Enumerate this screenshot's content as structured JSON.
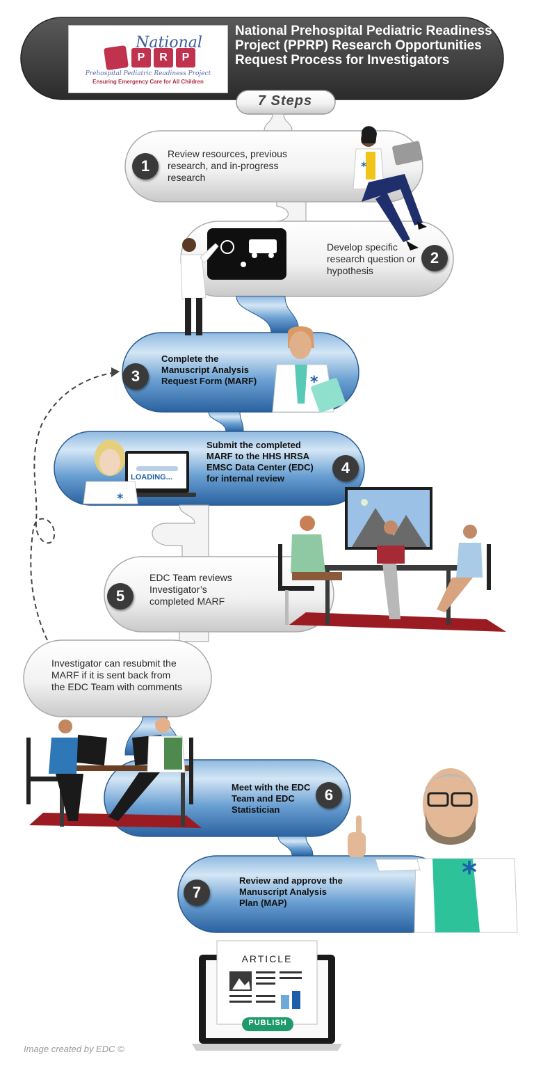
{
  "header": {
    "title": "National Prehospital Pediatric Readiness Project (PPRP) Research Opportunities Request Process for Investigators",
    "logo": {
      "script_text": "National",
      "letters": [
        "P",
        "R",
        "P"
      ],
      "subtitle": "Prehospital Pediatric Readiness Project",
      "tagline": "Ensuring Emergency Care for All Children"
    },
    "steps_label": "7 Steps"
  },
  "steps": [
    {
      "number": "1",
      "text": "Review resources, previous research, and in-progress research"
    },
    {
      "number": "2",
      "text": "Develop specific research question or hypothesis"
    },
    {
      "number": "3",
      "text": "Complete the Manuscript Analysis Request Form (MARF)"
    },
    {
      "number": "4",
      "text": "Submit the completed MARF to the HHS HRSA EMSC Data Center (EDC) for internal review"
    },
    {
      "number": "5",
      "text": "EDC Team reviews Investigator’s completed MARF"
    },
    {
      "number": "6",
      "text": "Meet with the EDC Team and EDC Statistician"
    },
    {
      "number": "7",
      "text": "Review and approve the Manuscript Analysis Plan (MAP)"
    }
  ],
  "resubmit_note": "Investigator can resubmit the MARF if it is sent back from the EDC Team with comments",
  "illustrations": {
    "loading_text": "LOADING...",
    "article_title": "ARTICLE",
    "publish_label": "PUBLISH"
  },
  "footer": {
    "credit": "Image created by EDC ©"
  },
  "colors": {
    "header_bg": "#3d3d3d",
    "blue_dark": "#2f6fae",
    "blue_light": "#bcd8ee",
    "gray_pill": "#f2f2f2",
    "number_bg": "#3a3a3a",
    "publish_green": "#1f9a6a",
    "logo_red": "#c0324d",
    "floor_red": "#8a1c22"
  }
}
